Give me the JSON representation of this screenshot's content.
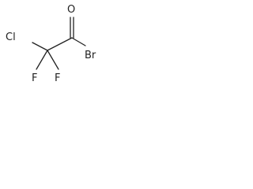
{
  "molecule": {
    "atoms": {
      "oxygen": "O",
      "chlorine": "Cl",
      "bromine": "Br",
      "fluorine_left": "F",
      "fluorine_right": "F"
    }
  }
}
